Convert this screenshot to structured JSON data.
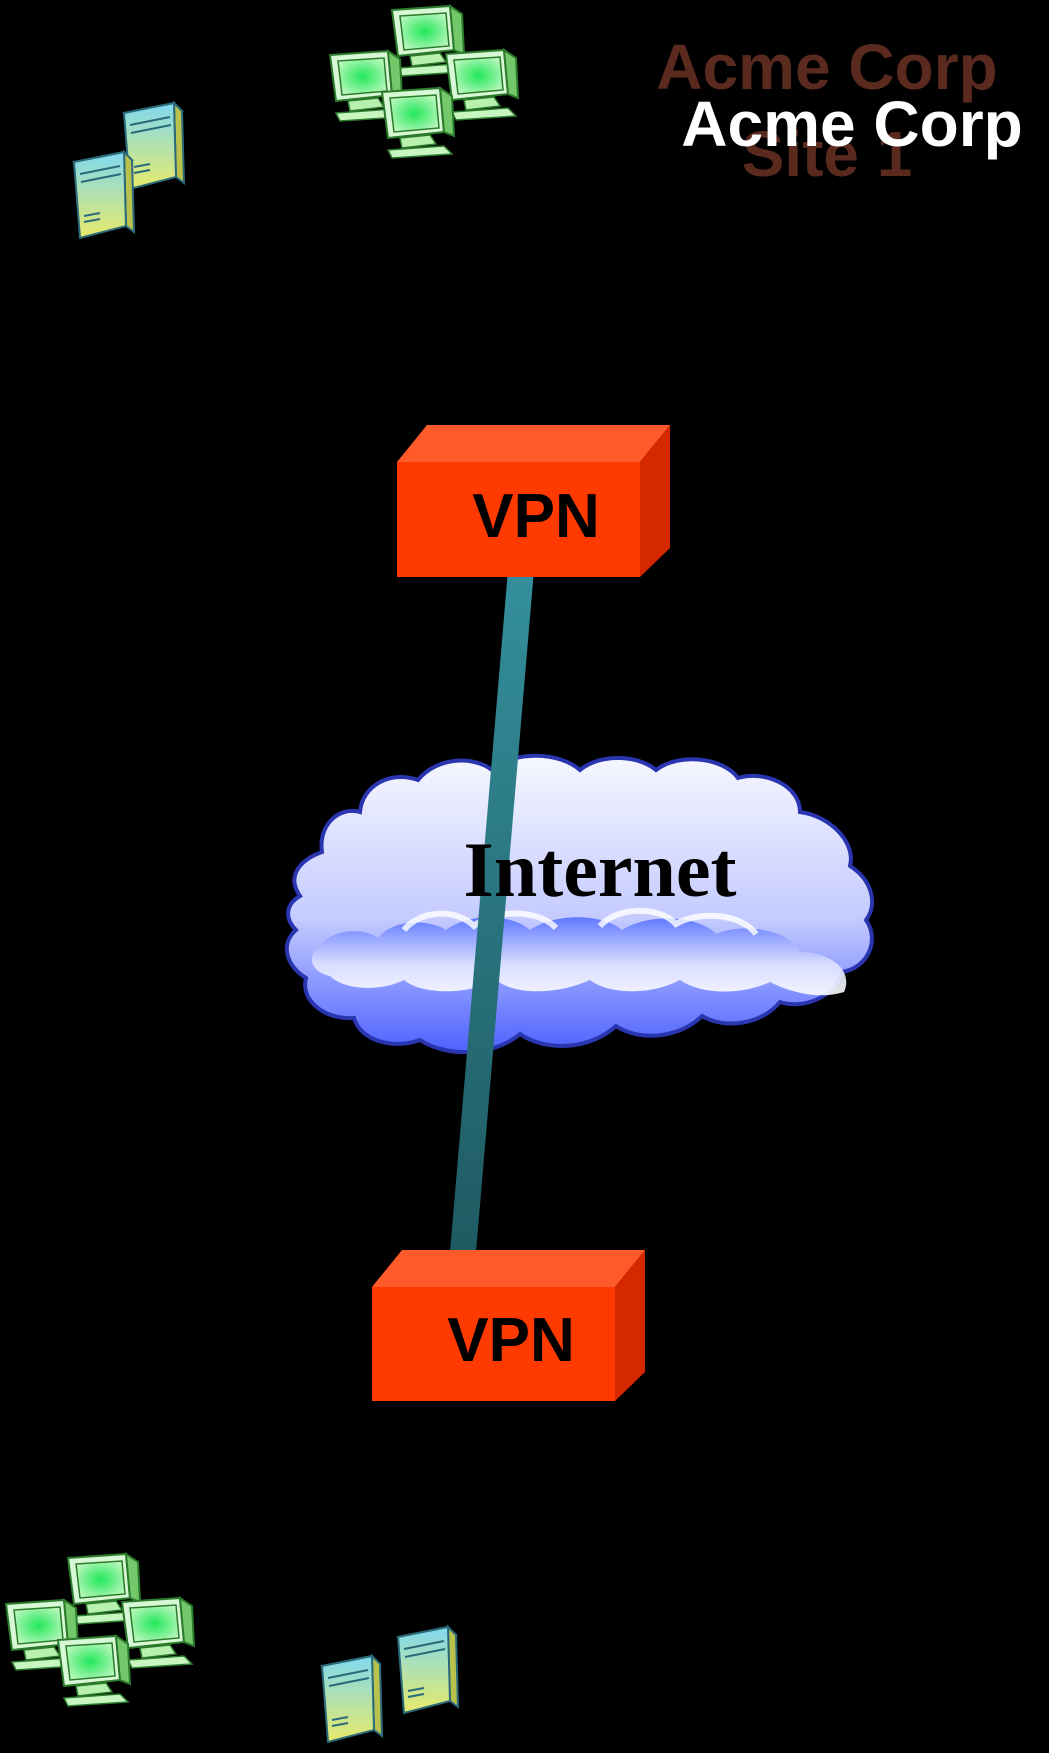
{
  "title": {
    "line1_shadow": "Acme Corp",
    "line2_shadow": "Site 1",
    "line1_front": "Acme Corp",
    "shadow_color": "#5a2a1e",
    "front_color": "#ffffff"
  },
  "network": {
    "top_vpn_label": "VPN",
    "bottom_vpn_label": "VPN",
    "cloud_label": "Internet"
  },
  "colors": {
    "background": "#000000",
    "vpn_face": "#ff3a00",
    "vpn_top": "#ff5a2a",
    "vpn_side": "#d62800",
    "tunnel": "#2e8a96",
    "cloud_outline": "#2a35b0"
  },
  "icons": {
    "workstations": "workstation-cluster-icon",
    "servers": "server-pair-icon",
    "cloud": "cloud-icon",
    "vpn": "vpn-device-icon"
  }
}
